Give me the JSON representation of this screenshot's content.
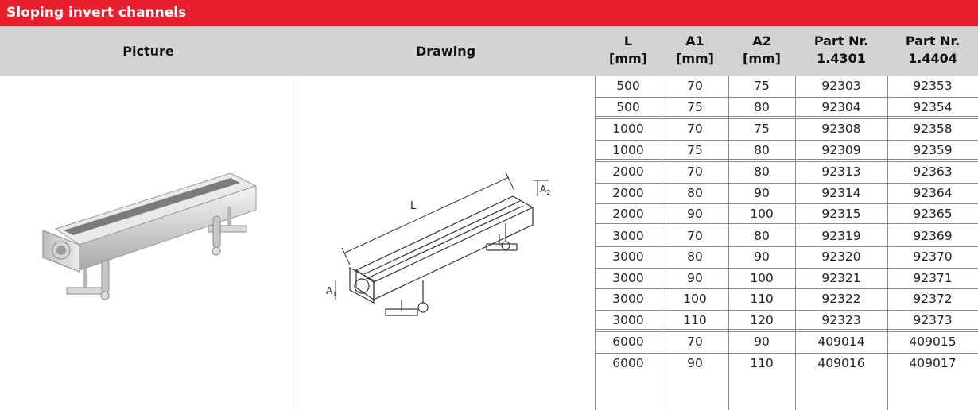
{
  "title": "Sloping invert channels",
  "headers": {
    "picture": "Picture",
    "drawing": "Drawing",
    "length": [
      "L",
      "[mm]"
    ],
    "a1": [
      "A1",
      "[mm]"
    ],
    "a2": [
      "A2",
      "[mm]"
    ],
    "part_1": [
      "Part Nr.",
      "1.4301"
    ],
    "part_2": [
      "Part Nr.",
      "1.4404"
    ]
  },
  "drawing_labels": {
    "length": "L",
    "a1": "A",
    "a1_sub": "1",
    "a2": "A",
    "a2_sub": "2"
  },
  "groups": [
    [
      {
        "l": "500",
        "a1": "70",
        "a2": "75",
        "p1": "92303",
        "p2": "92353"
      },
      {
        "l": "500",
        "a1": "75",
        "a2": "80",
        "p1": "92304",
        "p2": "92354"
      }
    ],
    [
      {
        "l": "1000",
        "a1": "70",
        "a2": "75",
        "p1": "92308",
        "p2": "92358"
      },
      {
        "l": "1000",
        "a1": "75",
        "a2": "80",
        "p1": "92309",
        "p2": "92359"
      }
    ],
    [
      {
        "l": "2000",
        "a1": "70",
        "a2": "80",
        "p1": "92313",
        "p2": "92363"
      },
      {
        "l": "2000",
        "a1": "80",
        "a2": "90",
        "p1": "92314",
        "p2": "92364"
      },
      {
        "l": "2000",
        "a1": "90",
        "a2": "100",
        "p1": "92315",
        "p2": "92365"
      }
    ],
    [
      {
        "l": "3000",
        "a1": "70",
        "a2": "80",
        "p1": "92319",
        "p2": "92369"
      },
      {
        "l": "3000",
        "a1": "80",
        "a2": "90",
        "p1": "92320",
        "p2": "92370"
      },
      {
        "l": "3000",
        "a1": "90",
        "a2": "100",
        "p1": "92321",
        "p2": "92371"
      },
      {
        "l": "3000",
        "a1": "100",
        "a2": "110",
        "p1": "92322",
        "p2": "92372"
      },
      {
        "l": "3000",
        "a1": "110",
        "a2": "120",
        "p1": "92323",
        "p2": "92373"
      }
    ],
    [
      {
        "l": "6000",
        "a1": "70",
        "a2": "90",
        "p1": "409014",
        "p2": "409015"
      },
      {
        "l": "6000",
        "a1": "90",
        "a2": "110",
        "p1": "409016",
        "p2": "409017"
      }
    ]
  ],
  "colors": {
    "brand": "#e8202e",
    "header_bg": "#d4d4d4",
    "rule": "#8c8c8c"
  }
}
